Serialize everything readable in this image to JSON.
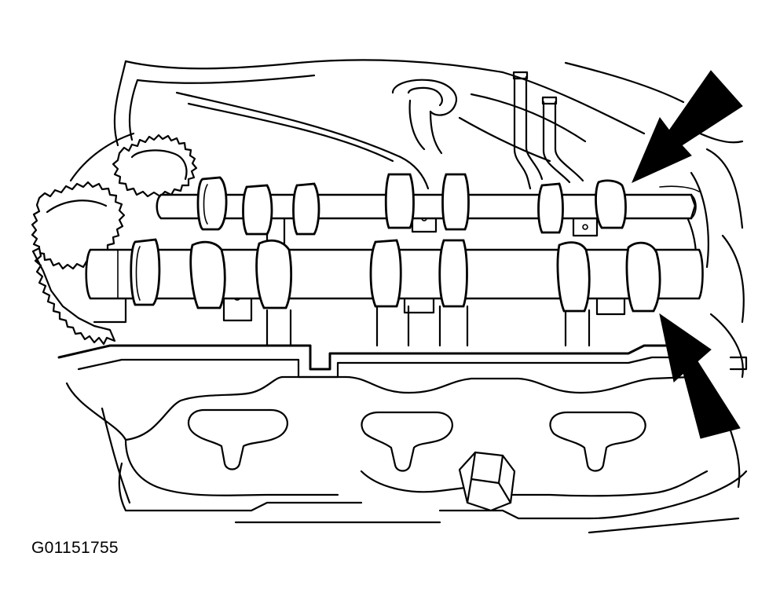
{
  "figure": {
    "id_label": "G01151755",
    "line_color": "#000000",
    "background": "#ffffff"
  },
  "parts": {
    "camshafts": 2,
    "sprockets": 2,
    "arrows": 2
  }
}
